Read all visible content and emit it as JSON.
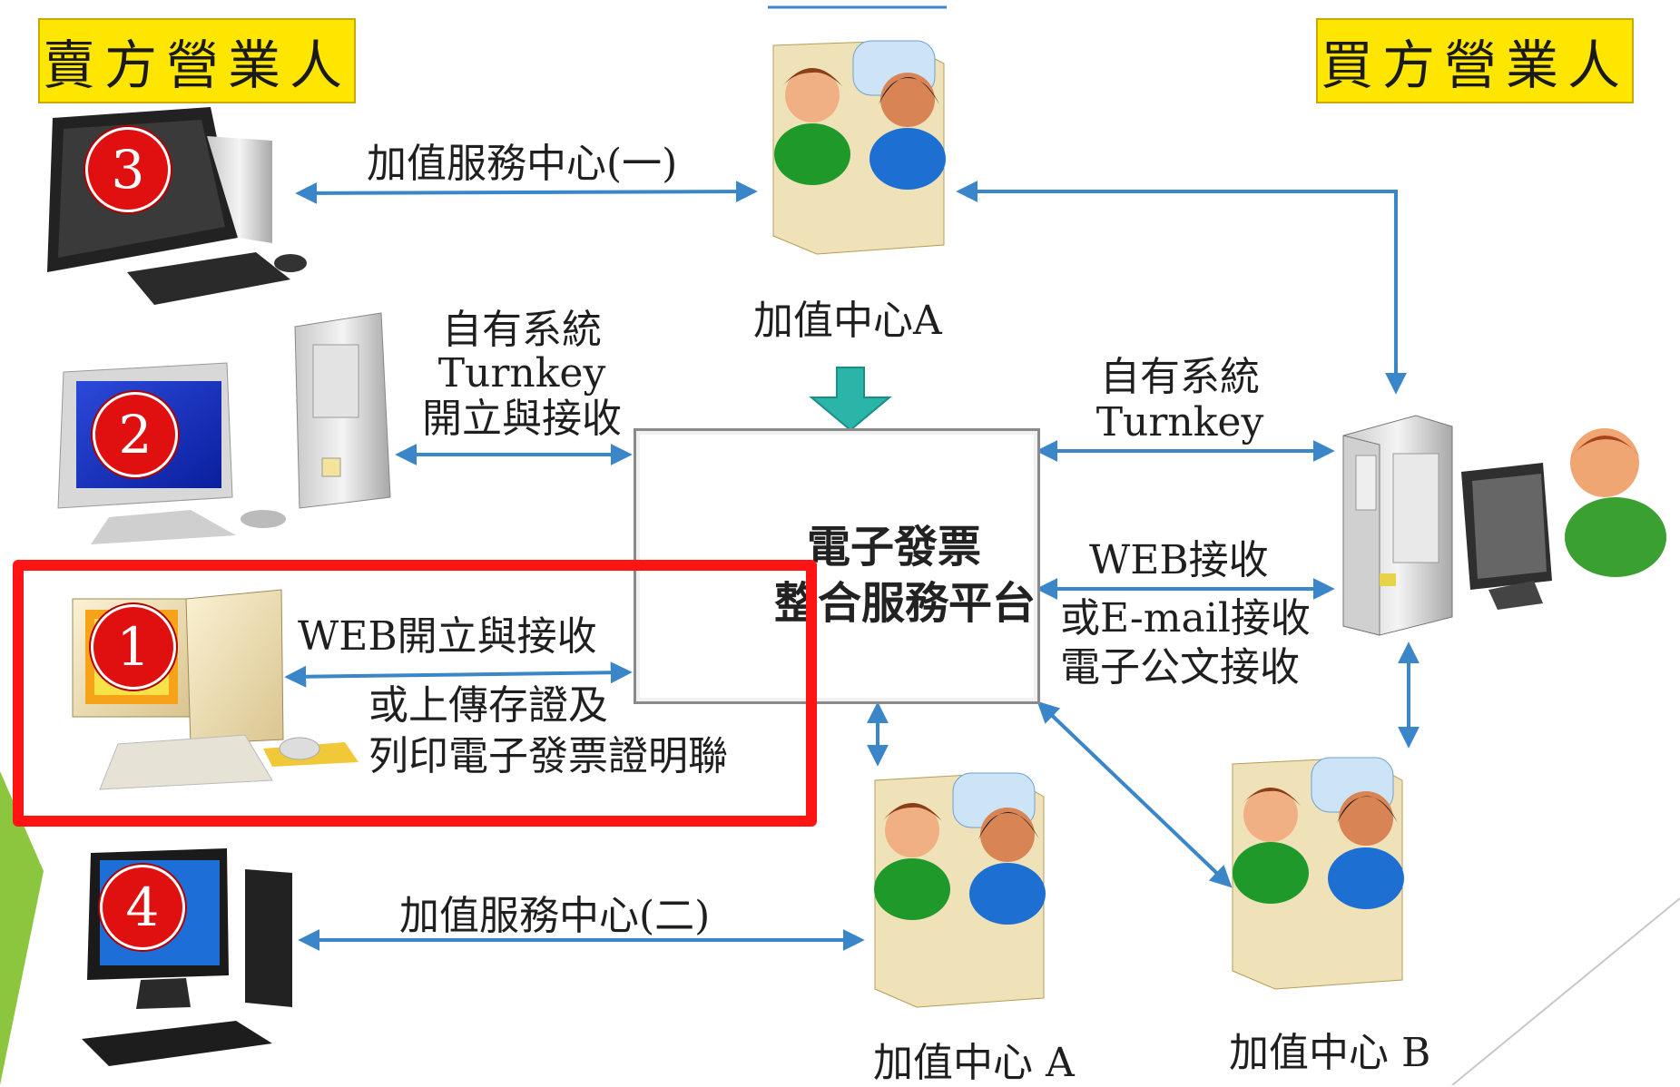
{
  "seller_label": "賣方營業人",
  "buyer_label": "買方營業人",
  "platform": {
    "line1": "電子發票",
    "line2": "整合服務平台"
  },
  "center_a_top": "加值中心A",
  "center_a_bottom": "加值中心 A",
  "center_b": "加值中心 B",
  "seller_options": [
    {
      "number": "3",
      "link_label": "加值服務中心(一)"
    },
    {
      "number": "2",
      "link_label_lines": [
        "自有系統",
        "Turnkey",
        "開立與接收"
      ]
    },
    {
      "number": "1",
      "link_label_lines": [
        "WEB開立與接收",
        "或上傳存證及",
        "列印電子發票證明聯"
      ]
    },
    {
      "number": "4",
      "link_label": "加值服務中心(二)"
    }
  ],
  "buyer_links": {
    "turnkey_lines": [
      "自有系統",
      "Turnkey"
    ],
    "web_lines": [
      "WEB接收",
      "或E-mail接收",
      "電子公文接收"
    ]
  },
  "colors": {
    "arrow": "#3a86c8",
    "highlight": "#ff1414",
    "tag": "#ffe600",
    "badge": "#e01010",
    "down_arrow": "#2bb5a9",
    "accent_green": "#8cc63e"
  }
}
